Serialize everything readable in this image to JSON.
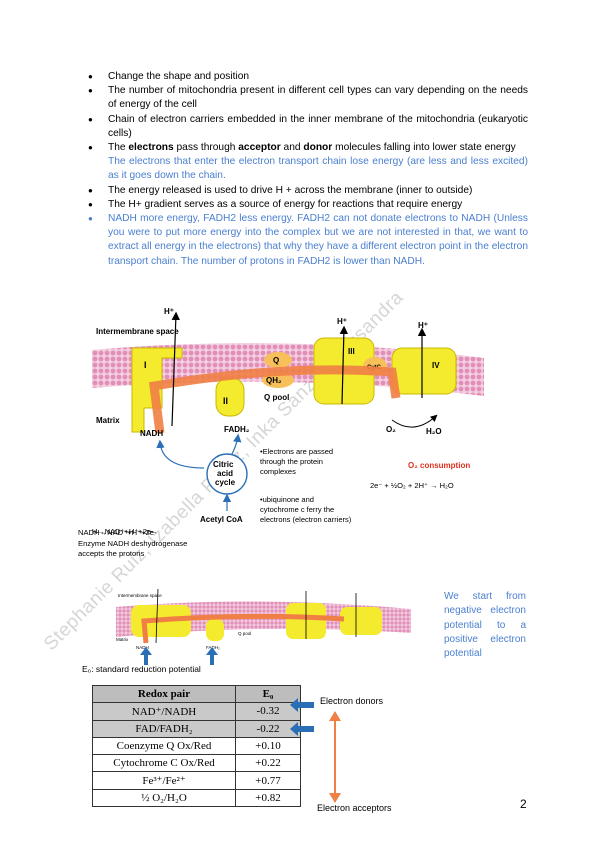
{
  "bullets": {
    "b1": "Change the shape and position",
    "b2": "The number of mitochondria present in different cell types can vary depending on the needs of energy of the cell",
    "b3": "Chain of electron carriers embedded in the inner membrane of the mitochondria (eukaryotic cells)",
    "b4_pre": "The ",
    "b4_electrons": "electrons",
    "b4_mid1": " pass through ",
    "b4_acceptor": "acceptor",
    "b4_mid2": " and ",
    "b4_donor": "donor",
    "b4_post": " molecules falling into lower state energy",
    "b4_note": "The electrons that enter the electron transport chain lose energy (are less and less excited) as it goes down the chain.",
    "b5": "The energy released is used to drive H + across the membrane (inner to outside)",
    "b6": "The H+ gradient serves as a source of energy for reactions that require energy",
    "b7": "NADH more energy, FADH2 less energy. FADH2 can not donate electrons to NADH (Unless you were to put more energy into the complex but we are not interested in that, we want to extract all energy in the electrons) that why they have a different electron point in the electron transport chain. The number of protons in FADH2 is lower than NADH."
  },
  "watermark": "Stephanie Ruiz, Izabella Perez, Inka Sanz & Alessandra",
  "figure1": {
    "intermembrane": "Intermembrane space",
    "matrix": "Matrix",
    "hplus": "H⁺",
    "complex_i": "I",
    "complex_ii": "II",
    "complex_iii": "III",
    "complex_iv": "IV",
    "q": "Q",
    "qh2": "QH₂",
    "cytc": "CytC",
    "q_pool": "Q pool",
    "nadh": "NADH",
    "fadh2": "FADH₂",
    "o2": "O₂",
    "h2o": "H₂O",
    "citric1": "Citric",
    "citric2": "acid",
    "citric3": "cycle",
    "acetyl": "Acetyl CoA",
    "note1a": "•Electrons are passed",
    "note1b": "through the protein",
    "note1c": "complexes",
    "note2a": "•ubiquinone and",
    "note2b": "cytochrome c ferry the",
    "note2c": "electrons (electron carriers)",
    "o2_consumption": "O₂ consumption",
    "equation": "2e⁻ + ½O₂ + 2H⁺ → H₂O",
    "nadh_eq1": "NADH→NAD⁺+H⁺+2e-",
    "nadh_eq2": "Enzyme NADH deshydrogenase",
    "nadh_eq3": "accepts the protons"
  },
  "figure2": {
    "intermembrane": "Intermembrane space",
    "matrix": "Matrix",
    "nadh": "NADH",
    "fadh2": "FADH₂",
    "qpool": "Q pool"
  },
  "side_note": "We start from negative electron potential to a positive electron potential",
  "eo_caption": "E₀: standard reduction potential",
  "table": {
    "header": [
      "Redox pair",
      "E₀"
    ],
    "rows": [
      [
        "NAD⁺/NADH",
        "-0.32"
      ],
      [
        "FAD/FADH₂",
        "-0.22"
      ],
      [
        "Coenzyme Q Ox/Red",
        "+0.10"
      ],
      [
        "Cytochrome C Ox/Red",
        "+0.22"
      ],
      [
        "Fe³⁺/Fe²⁺",
        "+0.77"
      ],
      [
        "½ O₂/H₂O",
        "+0.82"
      ]
    ]
  },
  "donors": "Electron donors",
  "acceptors": "Electron acceptors",
  "page_number": "2",
  "colors": {
    "accent_blue": "#4a7fd0",
    "membrane_pink": "#e4a1c3",
    "complex_yellow": "#f4ea2e",
    "arrow_orange": "#f07f45",
    "o2_red": "#e0301e"
  }
}
